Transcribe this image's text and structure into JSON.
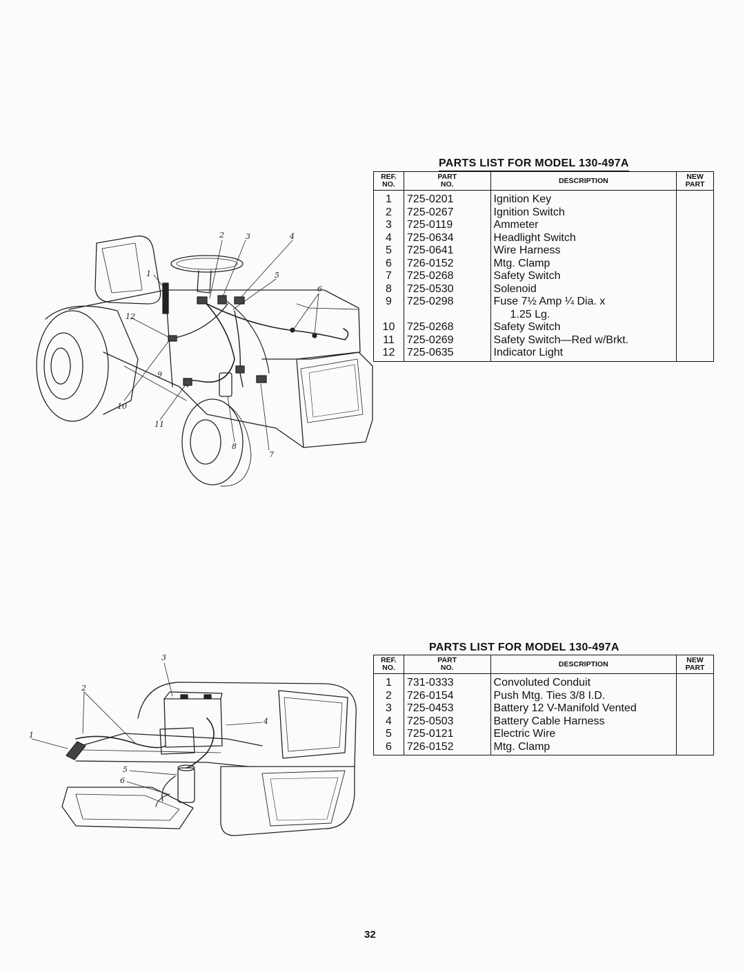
{
  "tables": [
    {
      "title": "PARTS LIST FOR MODEL 130-497A",
      "headers": {
        "ref_line1": "REF.",
        "ref_line2": "NO.",
        "part_line1": "PART",
        "part_line2": "NO.",
        "description": "DESCRIPTION",
        "new_line1": "NEW",
        "new_line2": "PART"
      },
      "rows": [
        {
          "ref": "1",
          "part": "725-0201",
          "desc": "Ignition Key"
        },
        {
          "ref": "2",
          "part": "725-0267",
          "desc": "Ignition Switch"
        },
        {
          "ref": "3",
          "part": "725-0119",
          "desc": "Ammeter"
        },
        {
          "ref": "4",
          "part": "725-0634",
          "desc": "Headlight Switch"
        },
        {
          "ref": "5",
          "part": "725-0641",
          "desc": "Wire Harness"
        },
        {
          "ref": "6",
          "part": "726-0152",
          "desc": "Mtg. Clamp"
        },
        {
          "ref": "7",
          "part": "725-0268",
          "desc": "Safety Switch"
        },
        {
          "ref": "8",
          "part": "725-0530",
          "desc": "Solenoid"
        },
        {
          "ref": "9",
          "part": "725-0298",
          "desc": "Fuse 7½ Amp ¼ Dia. x",
          "desc2": "1.25 Lg."
        },
        {
          "ref": "10",
          "part": "725-0268",
          "desc": "Safety Switch"
        },
        {
          "ref": "11",
          "part": "725-0269",
          "desc": "Safety Switch—Red w/Brkt."
        },
        {
          "ref": "12",
          "part": "725-0635",
          "desc": "Indicator Light"
        }
      ]
    },
    {
      "title": "PARTS LIST FOR MODEL 130-497A",
      "headers": {
        "ref_line1": "REF.",
        "ref_line2": "NO.",
        "part_line1": "PART",
        "part_line2": "NO.",
        "description": "DESCRIPTION",
        "new_line1": "NEW",
        "new_line2": "PART"
      },
      "rows": [
        {
          "ref": "1",
          "part": "731-0333",
          "desc": "Convoluted Conduit"
        },
        {
          "ref": "2",
          "part": "726-0154",
          "desc": "Push Mtg. Ties 3/8 I.D."
        },
        {
          "ref": "3",
          "part": "725-0453",
          "desc": "Battery 12 V-Manifold Vented"
        },
        {
          "ref": "4",
          "part": "725-0503",
          "desc": "Battery Cable Harness"
        },
        {
          "ref": "5",
          "part": "725-0121",
          "desc": "Electric Wire"
        },
        {
          "ref": "6",
          "part": "726-0152",
          "desc": "Mtg. Clamp"
        }
      ]
    }
  ],
  "diagram1_callouts": [
    "1",
    "2",
    "3",
    "4",
    "5",
    "6",
    "7",
    "8",
    "9",
    "10",
    "11",
    "12"
  ],
  "diagram2_callouts": [
    "1",
    "2",
    "3",
    "4",
    "5",
    "6"
  ],
  "page_number": "32"
}
